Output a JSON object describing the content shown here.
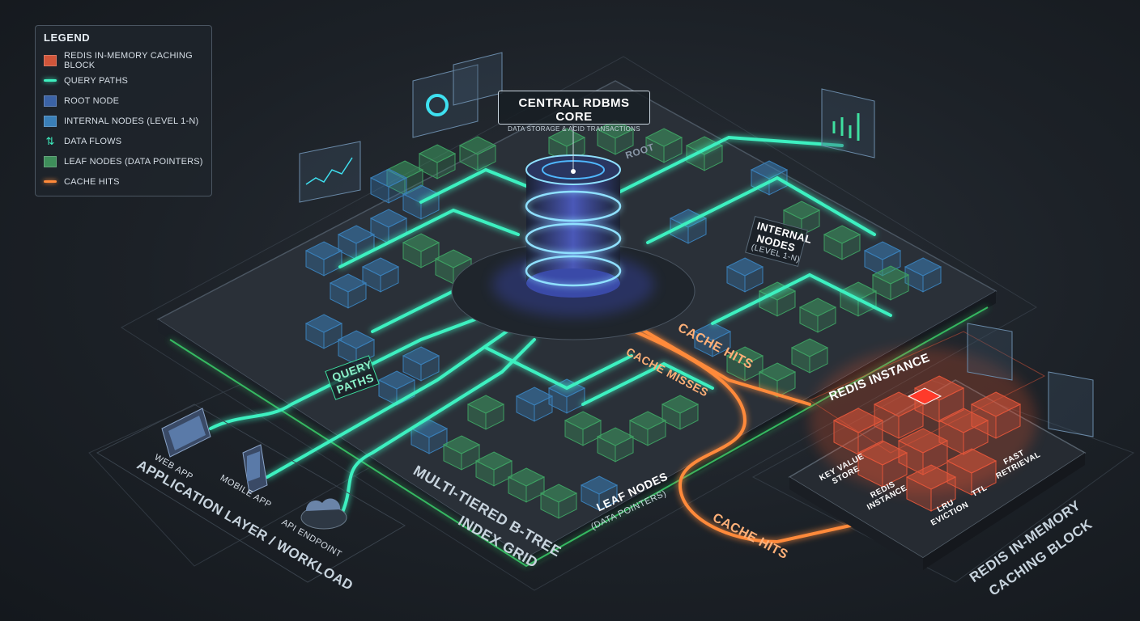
{
  "legend": {
    "title": "LEGEND",
    "items": [
      {
        "label": "REDIS IN-MEMORY CACHING BLOCK",
        "kind": "box",
        "color": "#d0553a"
      },
      {
        "label": "QUERY PATHS",
        "kind": "line",
        "color": "#3ef0c0"
      },
      {
        "label": "ROOT NODE",
        "kind": "box",
        "color": "#3b63a6"
      },
      {
        "label": "INTERNAL NODES (LEVEL 1-N)",
        "kind": "box",
        "color": "#3a7fb8"
      },
      {
        "label": "DATA FLOWS",
        "kind": "glyph",
        "color": "#3ef0c0"
      },
      {
        "label": "LEAF NODES (DATA POINTERS)",
        "kind": "box",
        "color": "#3e8e5a"
      },
      {
        "label": "CACHE HITS",
        "kind": "line",
        "color": "#ff8a3a"
      }
    ]
  },
  "core": {
    "title": "CENTRAL RDBMS CORE",
    "subtitle": "DATA STORAGE & ACID TRANSACTIONS"
  },
  "labels": {
    "root": "ROOT",
    "internal_nodes_line1": "INTERNAL",
    "internal_nodes_line2": "NODES",
    "internal_nodes_line3": "(LEVEL 1-N)",
    "query_paths_line1": "QUERY",
    "query_paths_line2": "PATHS",
    "cache_hits_upper": "CACHE HITS",
    "cache_misses": "CACHE MISSES",
    "cache_hits_lower": "CACHE HITS",
    "leaf_nodes_line1": "LEAF NODES",
    "leaf_nodes_line2": "(DATA POINTERS)",
    "index_grid_line1": "MULTI-TIERED B-TREE",
    "index_grid_line2": "INDEX GRID",
    "redis_instance": "REDIS INSTANCE",
    "redis_block_line1": "REDIS IN-MEMORY",
    "redis_block_line2": "CACHING BLOCK",
    "app_layer": "APPLICATION LAYER / WORKLOAD"
  },
  "clients": [
    {
      "label": "WEB APP",
      "icon": "monitor-icon"
    },
    {
      "label": "MOBILE APP",
      "icon": "phone-icon"
    },
    {
      "label": "API ENDPOINT",
      "icon": "cloud-code-icon"
    }
  ],
  "redis_cells": [
    {
      "line1": "KEY VALUE",
      "line2": "STORE",
      "icon": "database-icon"
    },
    {
      "line1": "REDIS",
      "line2": "INSTANCE",
      "icon": "database-icon"
    },
    {
      "line1": "LRU",
      "line2": "EVICTION",
      "icon": "document-icon"
    },
    {
      "line1": "TTL",
      "line2": "",
      "icon": "clock-icon"
    },
    {
      "line1": "FAST",
      "line2": "RETRIEVAL",
      "icon": "search-icon"
    }
  ],
  "colors": {
    "query_path": "#3ef0c0",
    "cache_path": "#ff8a3a",
    "redis": "#e0553a",
    "internal_node": "#3a7fb8",
    "leaf_node": "#3e9e62"
  }
}
